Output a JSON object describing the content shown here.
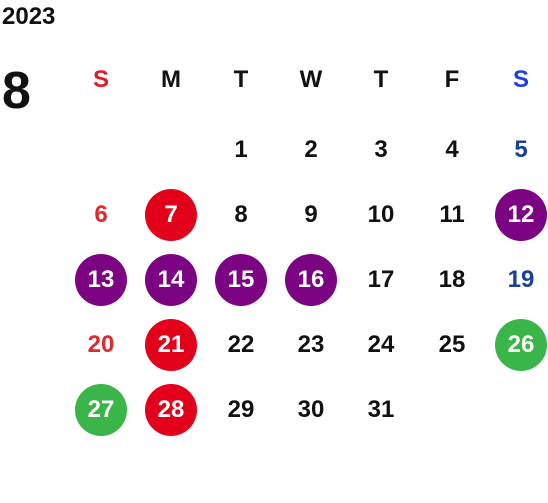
{
  "year": "2023",
  "month": "8",
  "colors": {
    "text": "#111111",
    "sunday_head": "#e01b24",
    "saturday_head": "#1a3fe0",
    "sunday_day": "#e0282e",
    "saturday_day": "#1b3f99",
    "holiday": "#e3001b",
    "purple": "#7c0382",
    "green": "#3ab54a"
  },
  "weekdays": [
    "S",
    "M",
    "T",
    "W",
    "T",
    "F",
    "S"
  ],
  "days": [
    {
      "label": "1",
      "col": 2,
      "row": 0
    },
    {
      "label": "2",
      "col": 3,
      "row": 0
    },
    {
      "label": "3",
      "col": 4,
      "row": 0
    },
    {
      "label": "4",
      "col": 5,
      "row": 0
    },
    {
      "label": "5",
      "col": 6,
      "row": 0
    },
    {
      "label": "6",
      "col": 0,
      "row": 1
    },
    {
      "label": "7",
      "col": 1,
      "row": 1,
      "mark": "holiday"
    },
    {
      "label": "8",
      "col": 2,
      "row": 1
    },
    {
      "label": "9",
      "col": 3,
      "row": 1
    },
    {
      "label": "10",
      "col": 4,
      "row": 1
    },
    {
      "label": "11",
      "col": 5,
      "row": 1
    },
    {
      "label": "12",
      "col": 6,
      "row": 1,
      "mark": "purple"
    },
    {
      "label": "13",
      "col": 0,
      "row": 2,
      "mark": "purple"
    },
    {
      "label": "14",
      "col": 1,
      "row": 2,
      "mark": "purple"
    },
    {
      "label": "15",
      "col": 2,
      "row": 2,
      "mark": "purple"
    },
    {
      "label": "16",
      "col": 3,
      "row": 2,
      "mark": "purple"
    },
    {
      "label": "17",
      "col": 4,
      "row": 2
    },
    {
      "label": "18",
      "col": 5,
      "row": 2
    },
    {
      "label": "19",
      "col": 6,
      "row": 2
    },
    {
      "label": "20",
      "col": 0,
      "row": 3
    },
    {
      "label": "21",
      "col": 1,
      "row": 3,
      "mark": "holiday"
    },
    {
      "label": "22",
      "col": 2,
      "row": 3
    },
    {
      "label": "23",
      "col": 3,
      "row": 3
    },
    {
      "label": "24",
      "col": 4,
      "row": 3
    },
    {
      "label": "25",
      "col": 5,
      "row": 3
    },
    {
      "label": "26",
      "col": 6,
      "row": 3,
      "mark": "green"
    },
    {
      "label": "27",
      "col": 0,
      "row": 4,
      "mark": "green"
    },
    {
      "label": "28",
      "col": 1,
      "row": 4,
      "mark": "holiday"
    },
    {
      "label": "29",
      "col": 2,
      "row": 4
    },
    {
      "label": "30",
      "col": 3,
      "row": 4
    },
    {
      "label": "31",
      "col": 4,
      "row": 4
    }
  ]
}
